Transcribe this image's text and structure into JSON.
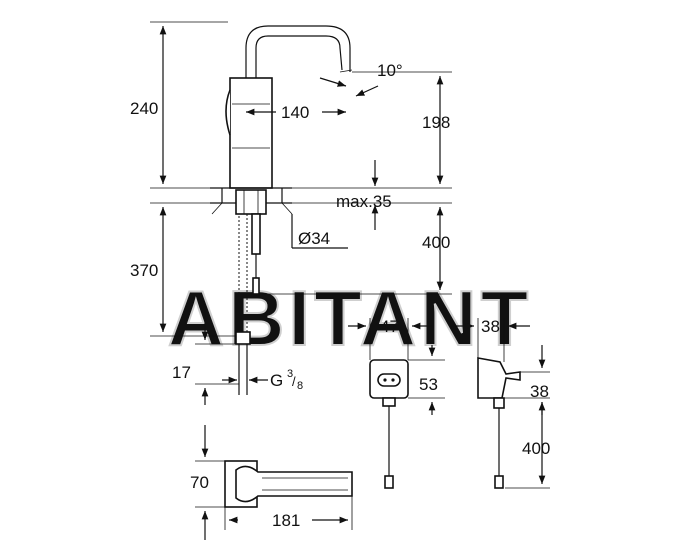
{
  "watermark": "ABITANT",
  "faucet": {
    "height_total": "240",
    "spout_reach": "140",
    "spout_angle": "10°",
    "spout_height": "198",
    "deck_thickness": "max.35",
    "hole_diameter": "Ø34",
    "cable_length": "400",
    "hose_length": "370",
    "connection_offset": "17",
    "thread": {
      "base": "G",
      "num": "3",
      "den": "8"
    }
  },
  "plan_view": {
    "depth": "70",
    "length": "181"
  },
  "power_supply": {
    "width_front": "47",
    "width_side": "38",
    "height": "53",
    "height_side": "38",
    "cable_length": "400"
  }
}
